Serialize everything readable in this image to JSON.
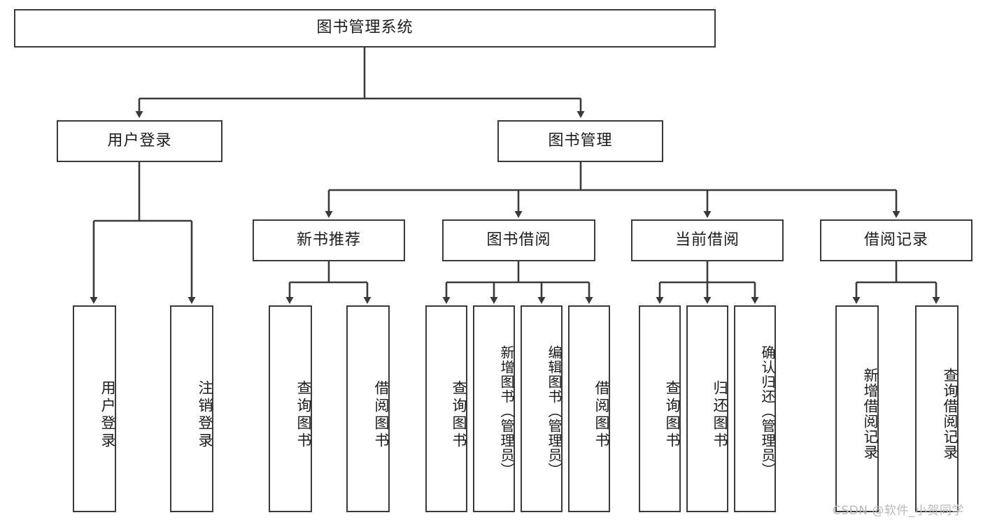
{
  "diagram": {
    "title": "图书管理系统",
    "type": "hierarchy-tree",
    "levels": 4,
    "root": {
      "id": "root",
      "label": "图书管理系统",
      "orientation": "horizontal"
    },
    "level2": [
      {
        "id": "user-login",
        "label": "用户登录",
        "orientation": "horizontal"
      },
      {
        "id": "book-manage",
        "label": "图书管理",
        "orientation": "horizontal"
      }
    ],
    "level3": [
      {
        "id": "new-book-recommend",
        "label": "新书推荐",
        "orientation": "horizontal",
        "parent": "book-manage"
      },
      {
        "id": "book-borrow",
        "label": "图书借阅",
        "orientation": "horizontal",
        "parent": "book-manage"
      },
      {
        "id": "current-borrow",
        "label": "当前借阅",
        "orientation": "horizontal",
        "parent": "book-manage"
      },
      {
        "id": "borrow-record",
        "label": "借阅记录",
        "orientation": "horizontal",
        "parent": "book-manage"
      }
    ],
    "leaves": {
      "user_login": [
        {
          "id": "leaf-user-login",
          "label": "用户登录"
        },
        {
          "id": "leaf-user-logout",
          "label": "注销登录"
        }
      ],
      "new_book_recommend": [
        {
          "id": "leaf-query-book-1",
          "label": "查询图书"
        },
        {
          "id": "leaf-borrow-book-1",
          "label": "借阅图书"
        }
      ],
      "book_borrow": [
        {
          "id": "leaf-query-book-2",
          "label": "查询图书"
        },
        {
          "id": "leaf-add-book",
          "label": "新增图书（管理员）"
        },
        {
          "id": "leaf-edit-book",
          "label": "编辑图书（管理员）"
        },
        {
          "id": "leaf-borrow-book-2",
          "label": "借阅图书"
        }
      ],
      "current_borrow": [
        {
          "id": "leaf-query-book-3",
          "label": "查询图书"
        },
        {
          "id": "leaf-return-book",
          "label": "归还图书"
        },
        {
          "id": "leaf-confirm-return",
          "label": "确认归还（管理员）"
        }
      ],
      "borrow_record": [
        {
          "id": "leaf-add-record",
          "label": "新增借阅记录"
        },
        {
          "id": "leaf-query-record",
          "label": "查询借阅记录"
        }
      ]
    },
    "colors": {
      "box_border": "#3a3a3a",
      "box_fill": "#ffffff",
      "connector": "#3a3a3a",
      "text": "#1b1b1b",
      "watermark": "#b9b9b9",
      "background": "#ffffff"
    }
  },
  "watermark": {
    "text": "CSDN @软件_小贺同学"
  }
}
